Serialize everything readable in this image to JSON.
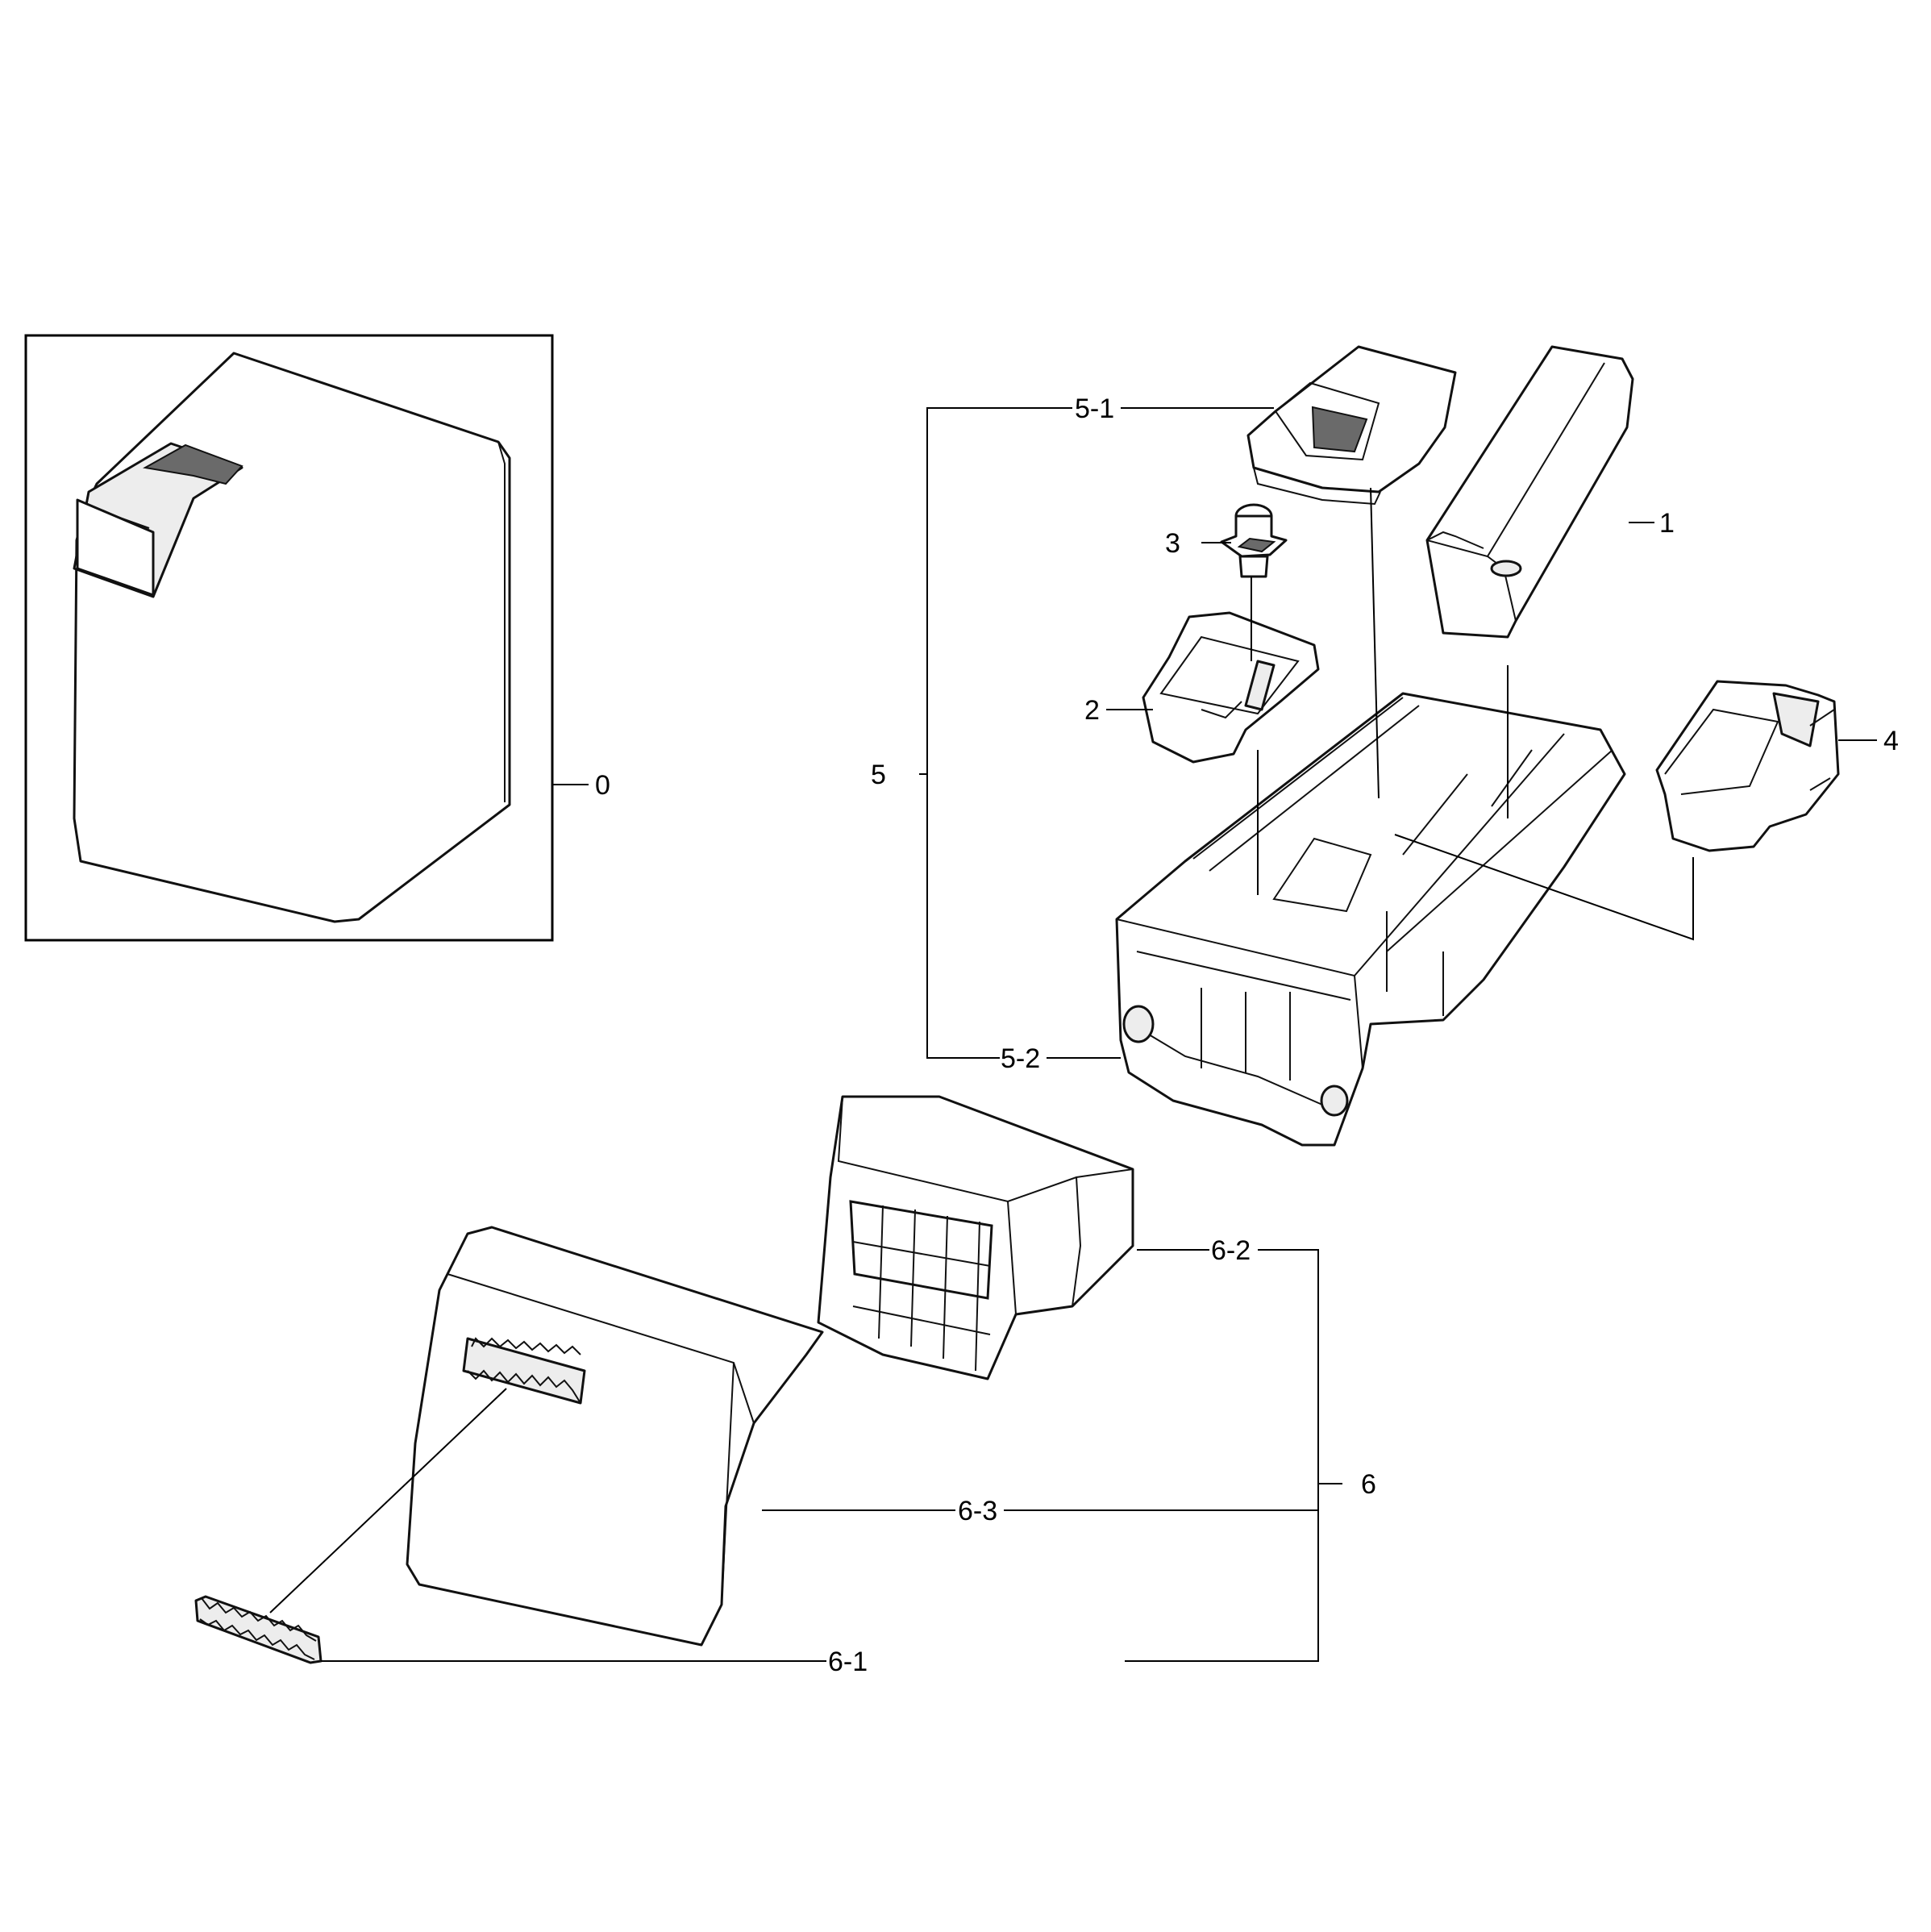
{
  "callouts": {
    "c0": "0",
    "c1": "1",
    "c2": "2",
    "c3": "3",
    "c4": "4",
    "c5": "5",
    "c5_1": "5-1",
    "c5_2": "5-2",
    "c6": "6",
    "c6_1": "6-1",
    "c6_2": "6-2",
    "c6_3": "6-3"
  },
  "colors": {
    "line": "#000000",
    "background": "#ffffff"
  }
}
